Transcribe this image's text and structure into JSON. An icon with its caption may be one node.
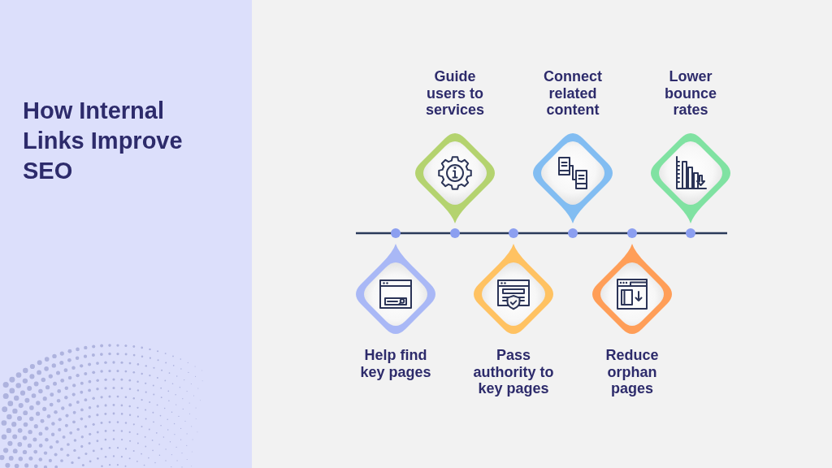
{
  "diagram": {
    "title": "How Internal Links Improve SEO",
    "nodes": [
      {
        "text": [
          "Help find key pages"
        ]
      },
      {
        "text": [
          "Guide users to services"
        ]
      },
      {
        "text": [
          "Pass authority to key pages"
        ]
      },
      {
        "text": [
          "Connect related content"
        ]
      },
      {
        "text": [
          "Reduce orphan pages"
        ]
      },
      {
        "text": [
          "Lower bounce rates"
        ]
      }
    ]
  }
}
